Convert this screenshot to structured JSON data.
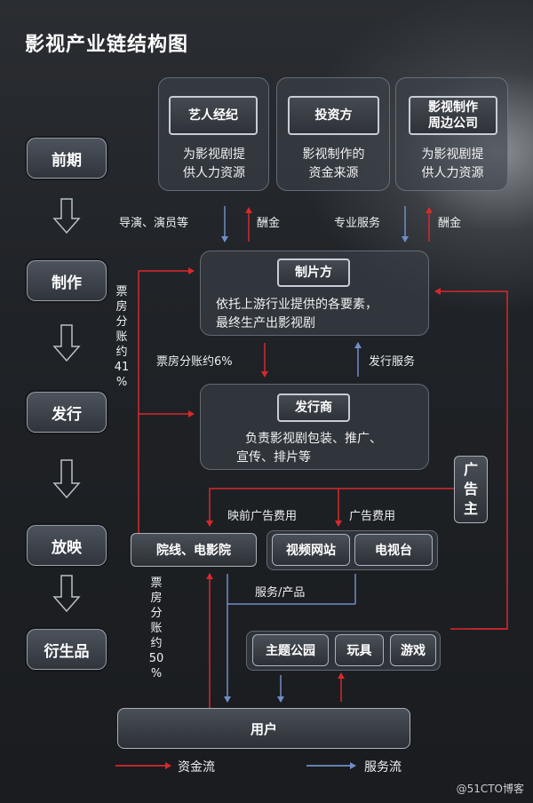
{
  "title": "影视产业链结构图",
  "stages": [
    "前期",
    "制作",
    "发行",
    "放映",
    "衍生品"
  ],
  "suppliers": [
    {
      "header": "艺人经纪",
      "desc1": "为影视剧提",
      "desc2": "供人力资源"
    },
    {
      "header": "投资方",
      "desc1": "影视制作的",
      "desc2": "资金来源"
    },
    {
      "header1": "影视制作",
      "header2": "周边公司",
      "desc1": "为影视剧提",
      "desc2": "供人力资源"
    }
  ],
  "flow_labels": {
    "director_actor": "导演、演员等",
    "pay1": "酬金",
    "professional_service": "专业服务",
    "pay2": "酬金",
    "box_share_6": "票房分账约6%",
    "distribution_service": "发行服务",
    "pre_film_ad": "映前广告费用",
    "ad_fee": "广告费用",
    "service_product": "服务/产品"
  },
  "box_share_41": [
    "票",
    "房",
    "分",
    "账",
    "约",
    "41",
    "%"
  ],
  "box_share_50": [
    "票",
    "房",
    "分",
    "账",
    "约",
    "50",
    "%"
  ],
  "producer": {
    "header": "制片方",
    "desc1": "依托上游行业提供的各要素，",
    "desc2": "最终生产出影视剧"
  },
  "distributor": {
    "header": "发行商",
    "desc1": "负责影视剧包装、推广、",
    "desc2": "宣传、排片等"
  },
  "advertiser": [
    "广",
    "告",
    "主"
  ],
  "cinema": "院线、电影院",
  "video_site": "视频网站",
  "tv": "电视台",
  "theme_park": "主题公园",
  "toys": "玩具",
  "games": "游戏",
  "user": "用户",
  "legend": {
    "money": "资金流",
    "service": "服务流"
  },
  "watermark": "@51CTO博客",
  "colors": {
    "money_flow": "#d8282c",
    "service_flow": "#5f7fb8"
  }
}
